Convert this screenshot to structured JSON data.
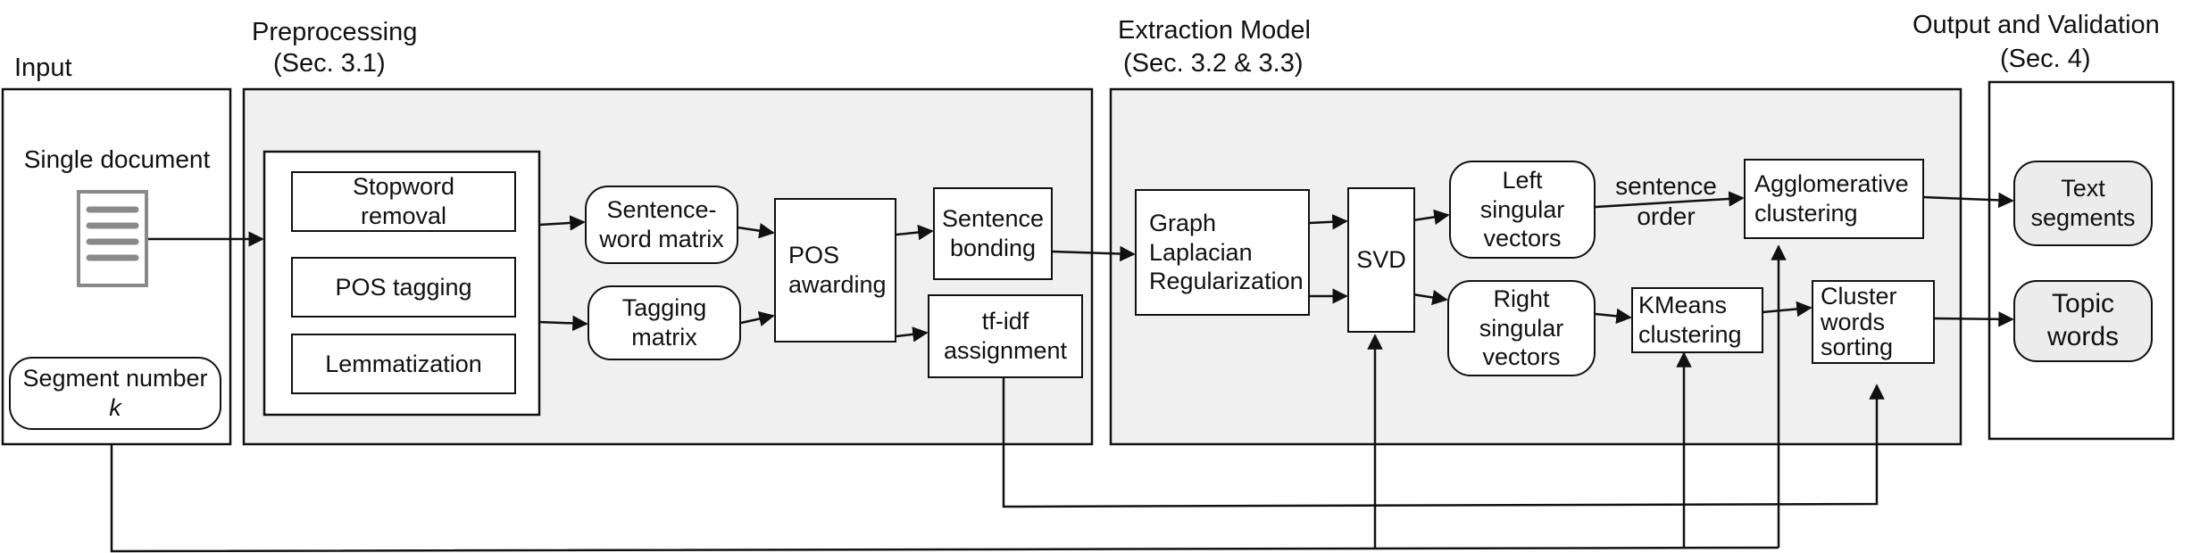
{
  "sections": {
    "input": "Input",
    "preprocessing": "Preprocessing",
    "preprocessing_ref": "(Sec. 3.1)",
    "extraction": "Extraction Model",
    "extraction_ref": "(Sec. 3.2 & 3.3)",
    "output": "Output and Validation",
    "output_ref": "(Sec. 4)"
  },
  "input": {
    "single_document": "Single document",
    "document_icon": "document-icon",
    "segment_number": "Segment number",
    "segment_k": "k"
  },
  "preprocessing": {
    "stopword": "Stopword\nremoval",
    "pos_tagging": "POS tagging",
    "lemmatization": "Lemmatization",
    "sentence_word_matrix": "Sentence-\nword matrix",
    "tagging_matrix": "Tagging\nmatrix",
    "pos_awarding": "POS\nawarding",
    "sentence_bonding": "Sentence\nbonding",
    "tfidf": "tf-idf\nassignment"
  },
  "extraction": {
    "graph_laplacian": "Graph\nLaplacian\nRegularization",
    "svd": "SVD",
    "left_vectors": "Left\nsingular\nvectors",
    "right_vectors": "Right\nsingular\nvectors",
    "sentence_order": "sentence\norder",
    "agglomerative": "Agglomerative\nclustering",
    "kmeans": "KMeans\nclustering",
    "cluster_sorting": "Cluster\nwords\nsorting"
  },
  "output": {
    "text_segments": "Text\nsegments",
    "topic_words": "Topic\nwords"
  }
}
